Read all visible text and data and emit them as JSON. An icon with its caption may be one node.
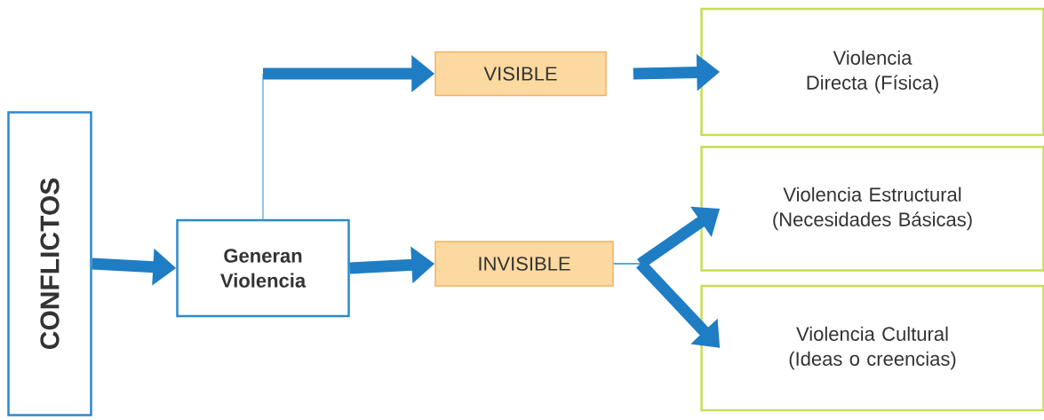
{
  "diagram": {
    "nodes": [
      {
        "text": [
          "CONFLICTOS"
        ]
      },
      {
        "text": [
          "Generan Violencia"
        ]
      },
      {
        "text": [
          "VISIBLE"
        ]
      },
      {
        "text": [
          "INVISIBLE"
        ]
      },
      {
        "text": [
          "Violencia Directa (Física)"
        ]
      },
      {
        "text": [
          "Violencia Estructural (Necesidades Básicas)"
        ]
      },
      {
        "text": [
          "Violencia Cultural (Ideas o creencias)"
        ]
      }
    ],
    "edges": [
      {
        "from": 0,
        "to": 1,
        "arrow": "to"
      },
      {
        "from": 1,
        "to": 2,
        "arrow": "to"
      },
      {
        "from": 1,
        "to": 3,
        "arrow": "to"
      },
      {
        "from": 2,
        "to": 4,
        "arrow": "to"
      },
      {
        "from": 3,
        "to": 5,
        "arrow": "to"
      },
      {
        "from": 3,
        "to": 6,
        "arrow": "to"
      }
    ]
  }
}
